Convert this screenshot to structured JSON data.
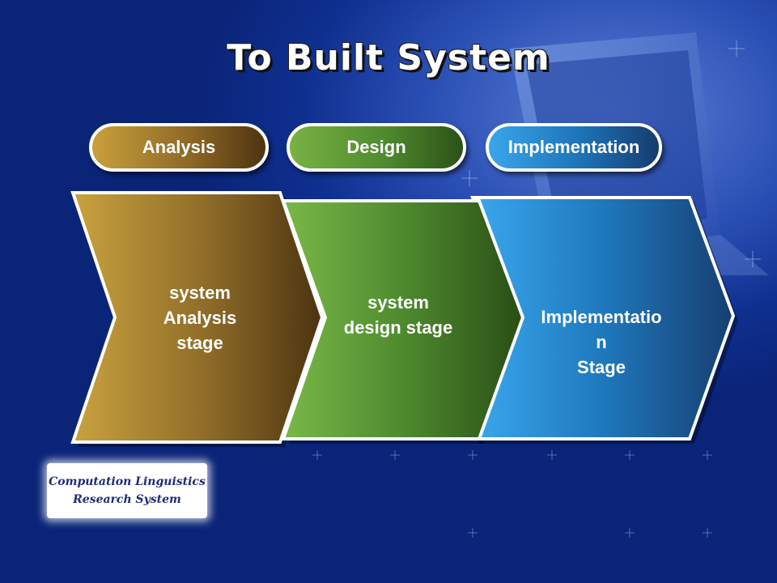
{
  "title": "To Built System",
  "phases": [
    {
      "label": "Analysis",
      "stage_text": "system\nAnalysis\nstage"
    },
    {
      "label": "Design",
      "stage_text": "system\ndesign stage"
    },
    {
      "label": "Implementation",
      "stage_text": "Implementatio\nn\nStage"
    }
  ],
  "logo": {
    "line1": "Computation Linguistics",
    "line2": "Research System"
  },
  "colors": {
    "background": "#0f2f8f",
    "analysis": "#a47a2e",
    "design": "#5a9a34",
    "implementation": "#2a86d0"
  }
}
